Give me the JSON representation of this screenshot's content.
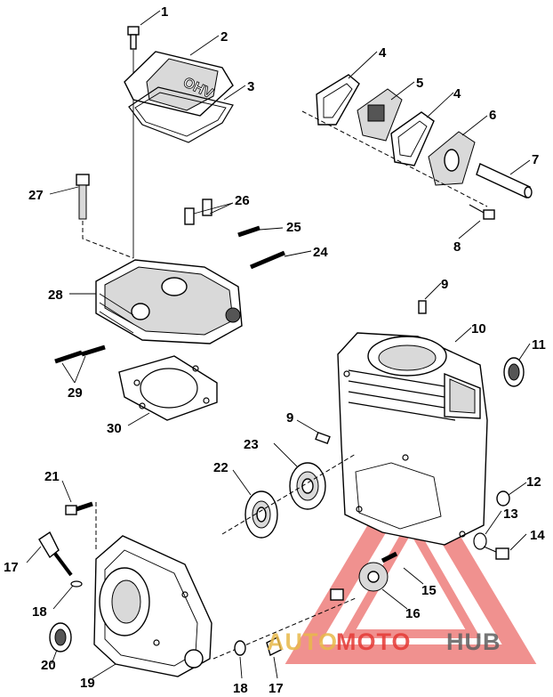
{
  "callouts": {
    "c1": "1",
    "c2": "2",
    "c3": "3",
    "c4a": "4",
    "c4b": "4",
    "c5": "5",
    "c6": "6",
    "c7": "7",
    "c8": "8",
    "c9a": "9",
    "c9b": "9",
    "c10": "10",
    "c11": "11",
    "c12": "12",
    "c13": "13",
    "c14": "14",
    "c15": "15",
    "c16": "16",
    "c17a": "17",
    "c17b": "17",
    "c18a": "18",
    "c18b": "18",
    "c19": "19",
    "c20": "20",
    "c21": "21",
    "c22": "22",
    "c23": "23",
    "c24": "24",
    "c25": "25",
    "c26": "26",
    "c27": "27",
    "c28": "28",
    "c29": "29",
    "c30": "30"
  },
  "cover_emboss": "OHV",
  "watermark": {
    "auto": "AUTO",
    "moto": "MOTO",
    "hub": "HUB",
    "color_red": "#e53935",
    "color_gold": "#e8b94a",
    "color_gray": "#5f5f5f"
  }
}
